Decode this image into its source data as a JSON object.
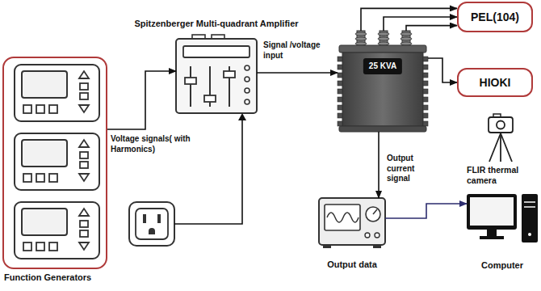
{
  "diagram": {
    "nodes": [
      {
        "text": [
          "Function Generators"
        ]
      },
      {
        "text": [
          "Spitzenberger Multi-quadrant Amplifier"
        ]
      },
      {
        "text": [
          "PEL(104)"
        ]
      },
      {
        "text": [
          "25 KVA"
        ]
      },
      {
        "text": [
          "HIOKI"
        ]
      },
      {
        "text": [
          "FLIR thermal camera"
        ]
      },
      {
        "text": [
          "Output data"
        ]
      },
      {
        "text": [
          "Computer"
        ]
      }
    ],
    "edges": [
      {
        "from": 0,
        "to": 1,
        "label": "Voltage signals( with Harmonics)",
        "arrow": "to"
      },
      {
        "from": 1,
        "to": 3,
        "label": "Signal /voltage input",
        "arrow": "to"
      },
      {
        "from": 3,
        "to": 2,
        "arrow": "to"
      },
      {
        "from": 3,
        "to": 4,
        "arrow": "to"
      },
      {
        "from": 3,
        "to": 6,
        "label": "Output current signal",
        "arrow": "to"
      },
      {
        "from": 6,
        "to": 7,
        "arrow": "to"
      }
    ]
  }
}
